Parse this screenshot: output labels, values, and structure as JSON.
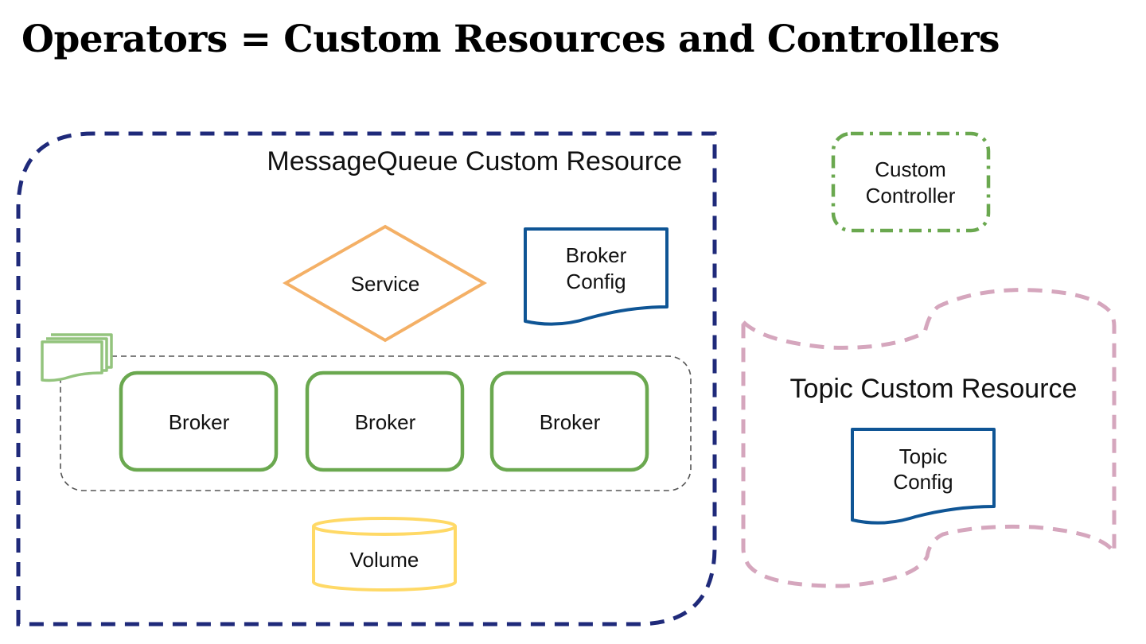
{
  "title": "Operators = Custom Resources and Controllers",
  "colors": {
    "message_queue_border": "#1f2a7a",
    "service": "#f4b066",
    "config_doc": "#0f5595",
    "broker": "#6aa84f",
    "pod_stack": "#93c47d",
    "volume": "#ffd966",
    "controller": "#6aa84f",
    "topic_border": "#d5a6bd",
    "group_border": "#555555"
  },
  "message_queue_cr": {
    "label": "MessageQueue Custom Resource",
    "service": {
      "label": "Service"
    },
    "broker_config": {
      "line1": "Broker",
      "line2": "Config"
    },
    "brokers": [
      {
        "label": "Broker"
      },
      {
        "label": "Broker"
      },
      {
        "label": "Broker"
      }
    ],
    "volume": {
      "label": "Volume"
    }
  },
  "custom_controller": {
    "line1": "Custom",
    "line2": "Controller"
  },
  "topic_cr": {
    "label": "Topic Custom Resource",
    "topic_config": {
      "line1": "Topic",
      "line2": "Config"
    }
  }
}
